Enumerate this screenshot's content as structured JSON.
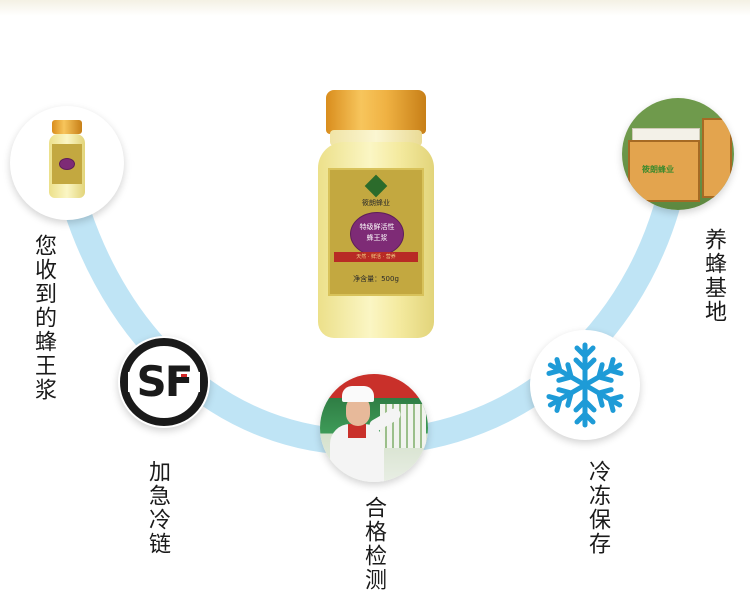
{
  "steps": [
    {
      "label": "您收到的蜂王浆"
    },
    {
      "label": "加急冷链"
    },
    {
      "label": "合格检测"
    },
    {
      "label": "冷冻保存"
    },
    {
      "label": "养蜂基地"
    }
  ],
  "product": {
    "brand": "筱朗蜂业",
    "medal_line1": "特级鲜活性",
    "medal_line2": "蜂王浆",
    "ribbon": "天然 · 鲜活 · 营养",
    "net_content": "净含量：500g"
  },
  "courier": {
    "logo_text": "SF"
  },
  "apiary": {
    "box_text": "筱朗蜂业"
  },
  "colors": {
    "arc": "#bfe4f5",
    "snowflake": "#1e9bd7",
    "jar_lid": "#f0b243",
    "label_gold": "#c3a840",
    "medal": "#7e2b76"
  }
}
